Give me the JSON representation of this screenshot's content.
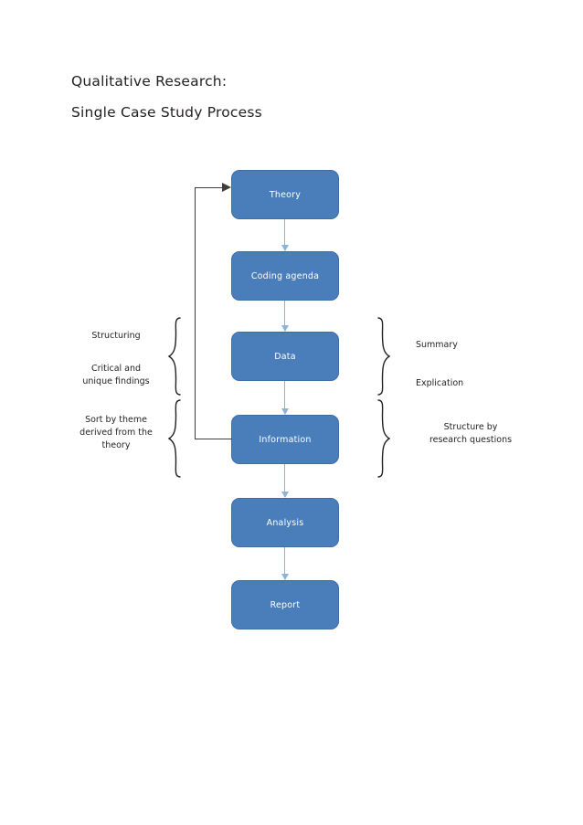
{
  "title": {
    "line1": "Qualitative Research:",
    "line2": "Single Case Study Process"
  },
  "diagram": {
    "type": "flowchart",
    "orientation": "vertical",
    "node_fill_color": "#4a7ebb",
    "node_text_color": "#ffffff",
    "connector_color": "#8db3d9",
    "feedback_loop_color": "#3f3f3f",
    "nodes": [
      {
        "id": "theory",
        "label": "Theory"
      },
      {
        "id": "coding-agenda",
        "label": "Coding agenda"
      },
      {
        "id": "data",
        "label": "Data"
      },
      {
        "id": "information",
        "label": "Information"
      },
      {
        "id": "analysis",
        "label": "Analysis"
      },
      {
        "id": "report",
        "label": "Report"
      }
    ],
    "feedback_loop": {
      "from": "Information",
      "to": "Theory",
      "description": "Information feeds back into Theory"
    },
    "left_annotations": [
      {
        "id": "structuring",
        "label": "Structuring"
      },
      {
        "id": "critical-unique-findings",
        "line1": "Critical and",
        "line2": "unique findings"
      },
      {
        "id": "sort-by-theme",
        "line1": "Sort by theme",
        "line2": "derived from the",
        "line3": "theory"
      }
    ],
    "right_annotations": [
      {
        "id": "summary",
        "label": "Summary"
      },
      {
        "id": "explication",
        "label": "Explication"
      },
      {
        "id": "structure-by-research-questions",
        "line1": "Structure by",
        "line2": "research questions"
      }
    ]
  }
}
